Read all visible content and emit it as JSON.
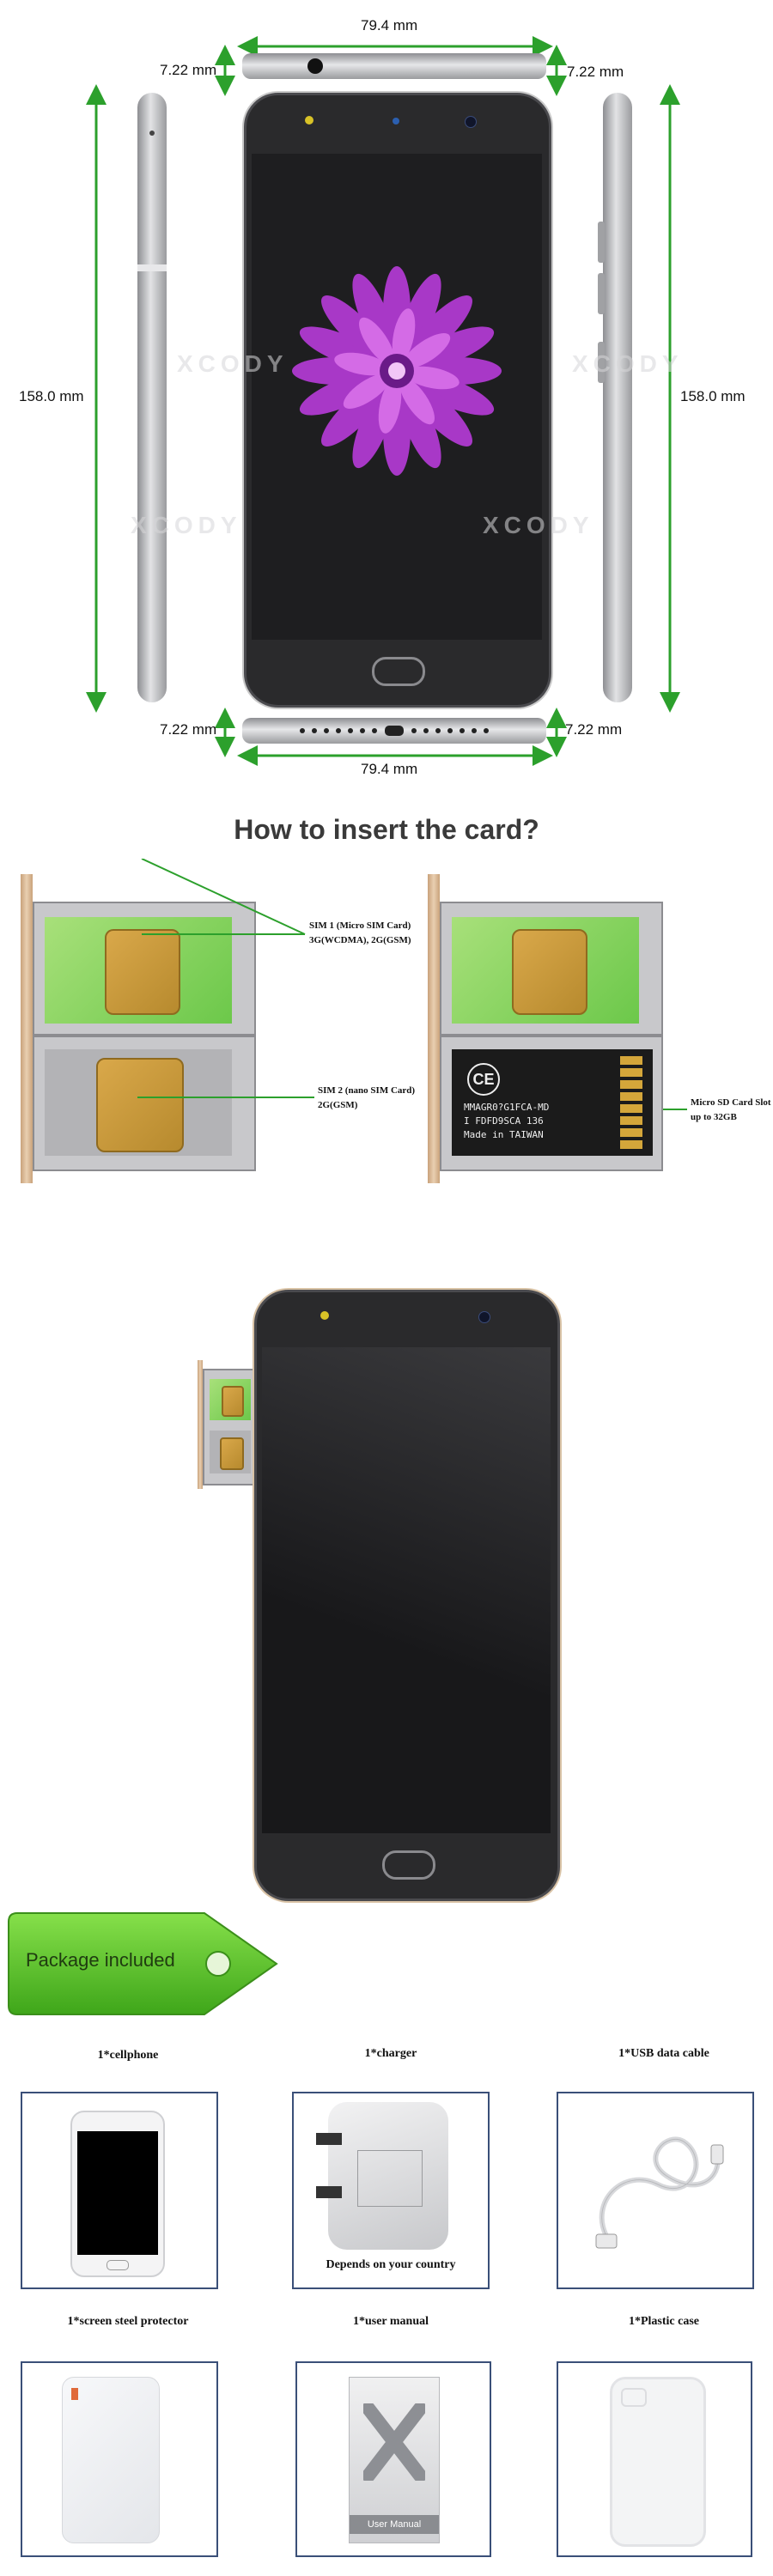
{
  "dimensions": {
    "width_top": "79.4 mm",
    "thickness_top_left": "7.22 mm",
    "thickness_top_right": "7.22 mm",
    "height_left": "158.0 mm",
    "height_right": "158.0 mm",
    "thickness_bottom_left": "7.22 mm",
    "thickness_bottom_right": "7.22 mm",
    "width_bottom": "79.4 mm"
  },
  "watermark": "XCODY",
  "insert_section": {
    "title": "How to insert the card?",
    "sim1_label_1": "SIM 1 (Micro SIM Card)",
    "sim1_label_2": "3G(WCDMA), 2G(GSM)",
    "sim2_label_1": "SIM 2 (nano SIM Card)",
    "sim2_label_2": "2G(GSM)",
    "sd_label_1": "Micro SD Card Slot",
    "sd_label_2": "up to 32GB",
    "sd_card_text": {
      "ce": "CE",
      "line1": "MMAGR0?G1FCA-MD",
      "line2": "I  FDFD9SCA 136",
      "line3": "Made in TAIWAN"
    }
  },
  "package": {
    "banner": "Package included",
    "items": [
      {
        "label": "1*cellphone"
      },
      {
        "label": "1*charger",
        "caption": "Depends on your country"
      },
      {
        "label": "1*USB data cable"
      },
      {
        "label": "1*screen steel protector"
      },
      {
        "label": "1*user manual",
        "caption": "User Manual"
      },
      {
        "label": "1*Plastic case"
      }
    ]
  },
  "colors": {
    "dimension_arrow": "#2ca02c",
    "flower": "#c23fd6",
    "banner_green": "#5cc22a"
  }
}
